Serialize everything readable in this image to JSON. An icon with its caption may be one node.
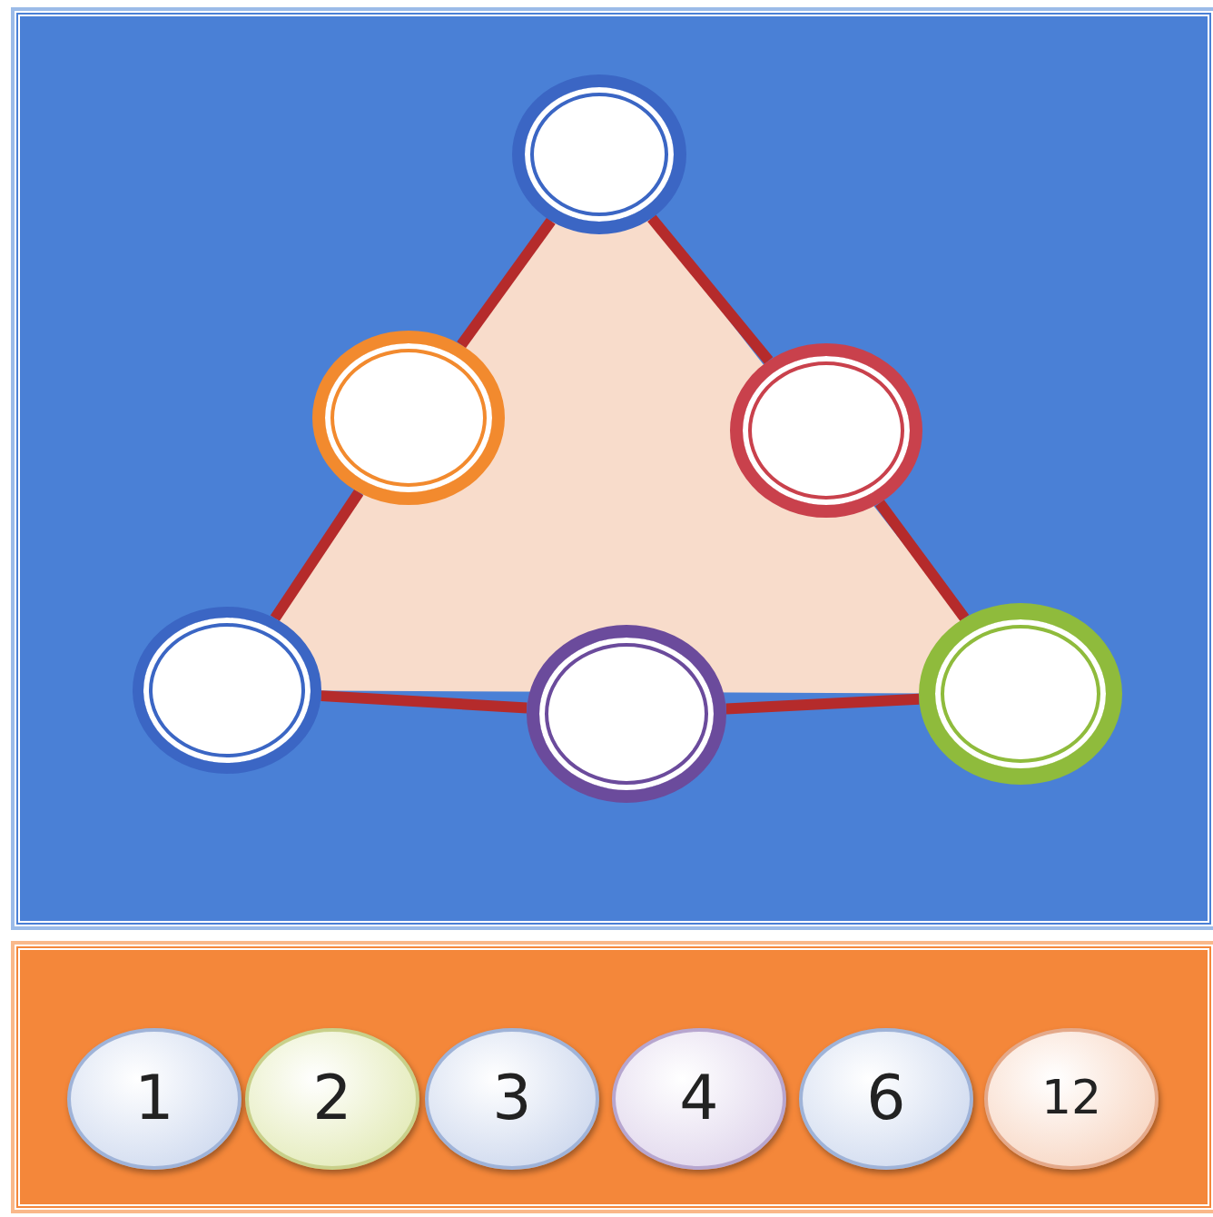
{
  "diagram": {
    "nodes": [
      {
        "text": [],
        "shape": "circle"
      },
      {
        "text": [],
        "shape": "circle"
      },
      {
        "text": [],
        "shape": "circle"
      },
      {
        "text": [],
        "shape": "circle"
      },
      {
        "text": [],
        "shape": "circle"
      },
      {
        "text": [],
        "shape": "circle"
      },
      {
        "text": [
          "1"
        ]
      },
      {
        "text": [
          "2"
        ]
      },
      {
        "text": [
          "3"
        ]
      },
      {
        "text": [
          "4"
        ]
      },
      {
        "text": [
          "6"
        ]
      },
      {
        "text": [
          "12"
        ]
      }
    ],
    "edges": [
      {
        "from": 0,
        "to": 1,
        "arrow": "none"
      },
      {
        "from": 1,
        "to": 3,
        "arrow": "none"
      },
      {
        "from": 3,
        "to": 4,
        "arrow": "none"
      },
      {
        "from": 4,
        "to": 5,
        "arrow": "none"
      },
      {
        "from": 5,
        "to": 2,
        "arrow": "none"
      },
      {
        "from": 2,
        "to": 0,
        "arrow": "none"
      }
    ]
  }
}
